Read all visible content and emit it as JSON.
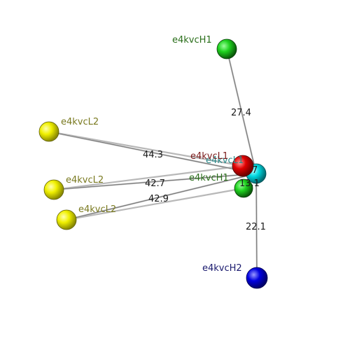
{
  "atoms": {
    "h1_top": {
      "label": "e4kvcH1",
      "color": "#2a6e1a"
    },
    "l2_a": {
      "label": "e4kvcL2",
      "color": "#7a7a20"
    },
    "l2_b": {
      "label": "e4kvcL2",
      "color": "#7a7a20"
    },
    "l2_c": {
      "label": "e4kvcL2",
      "color": "#7a7a20"
    },
    "l1": {
      "label": "e4kvcL1",
      "color": "#7a1a1a"
    },
    "center": {
      "label": "e4kvcL1",
      "color": "#2a8a8a"
    },
    "h1_low": {
      "label": "e4kvcH1",
      "color": "#2a6e1a"
    },
    "h2": {
      "label": "e4kvcH2",
      "color": "#1a1a6e"
    }
  },
  "distances": {
    "to_h1_top": "27.4",
    "to_l2_a": "44.3",
    "to_l2_b": "42.7",
    "to_l2_c": "42.9",
    "to_h2": "22.1",
    "partial_a": "7",
    "partial_b": "13.1"
  }
}
